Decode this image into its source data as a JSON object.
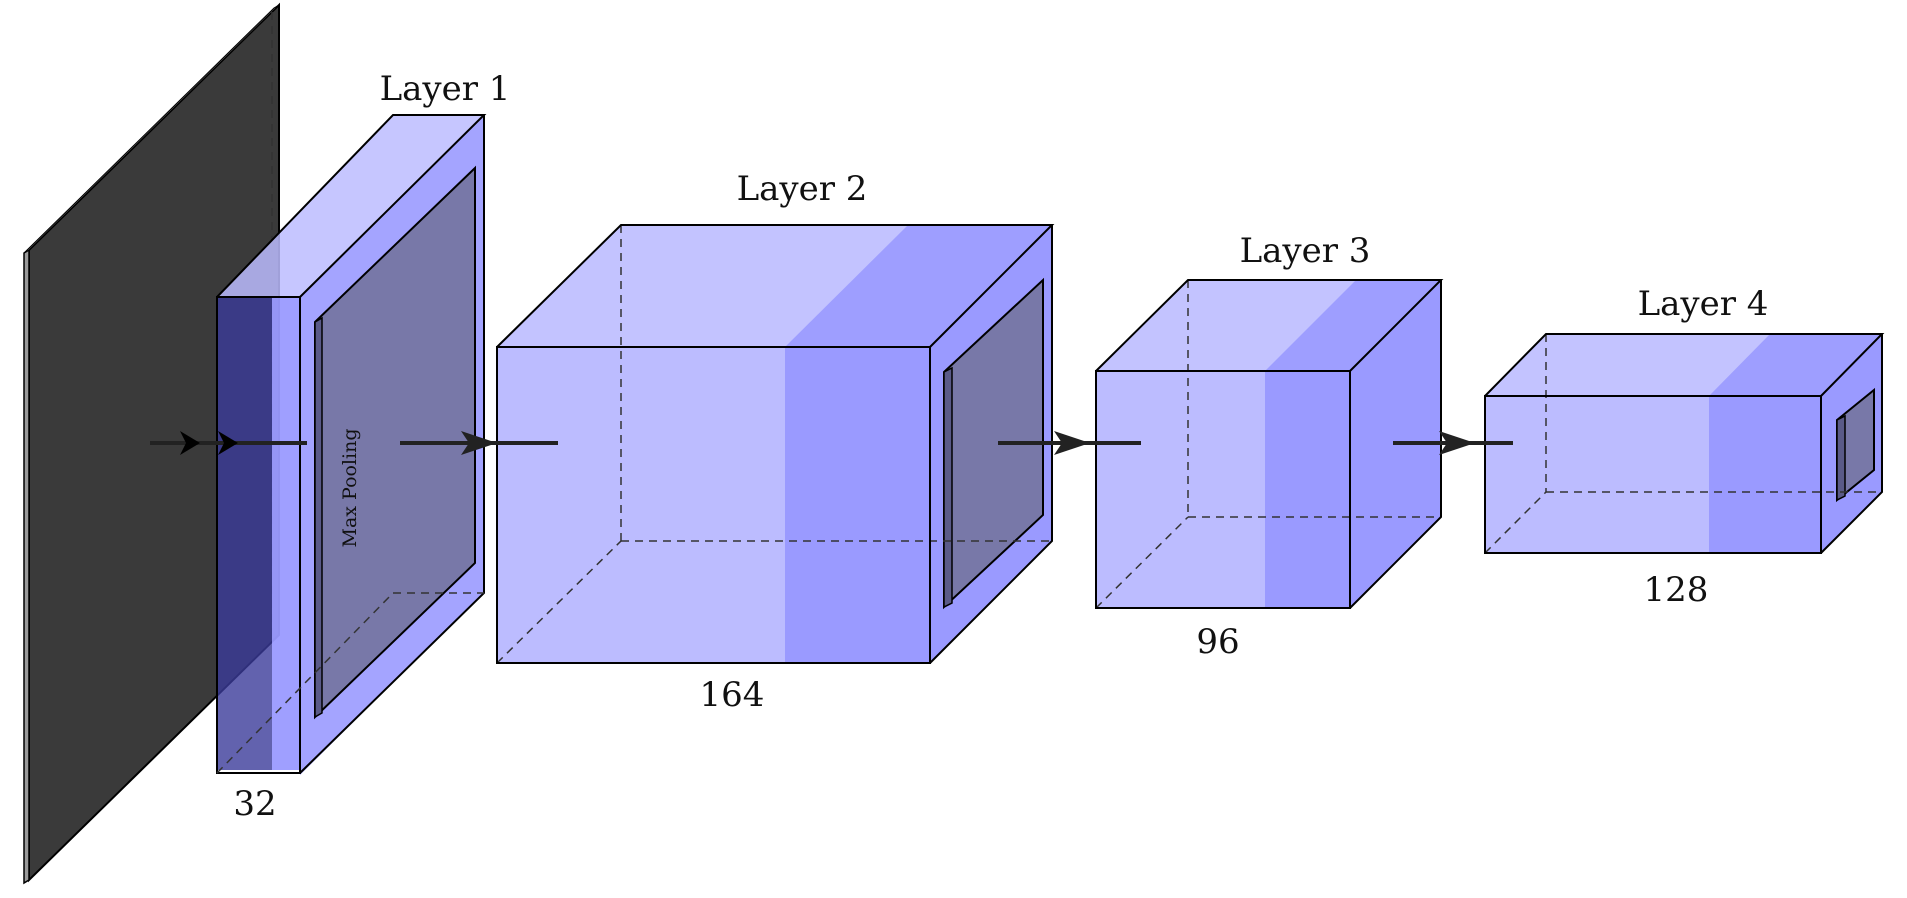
{
  "colors": {
    "input": "#3a3a3a",
    "conv": "#bcbcff",
    "relu": "#9a9aff",
    "pool": "#7878a8",
    "arrow": "#222222"
  },
  "layers": [
    {
      "title": "Layer 1",
      "size": "32",
      "pool_label": "Max Pooling"
    },
    {
      "title": "Layer 2",
      "size": "164"
    },
    {
      "title": "Layer 3",
      "size": "96"
    },
    {
      "title": "Layer 4",
      "size": "128"
    }
  ]
}
